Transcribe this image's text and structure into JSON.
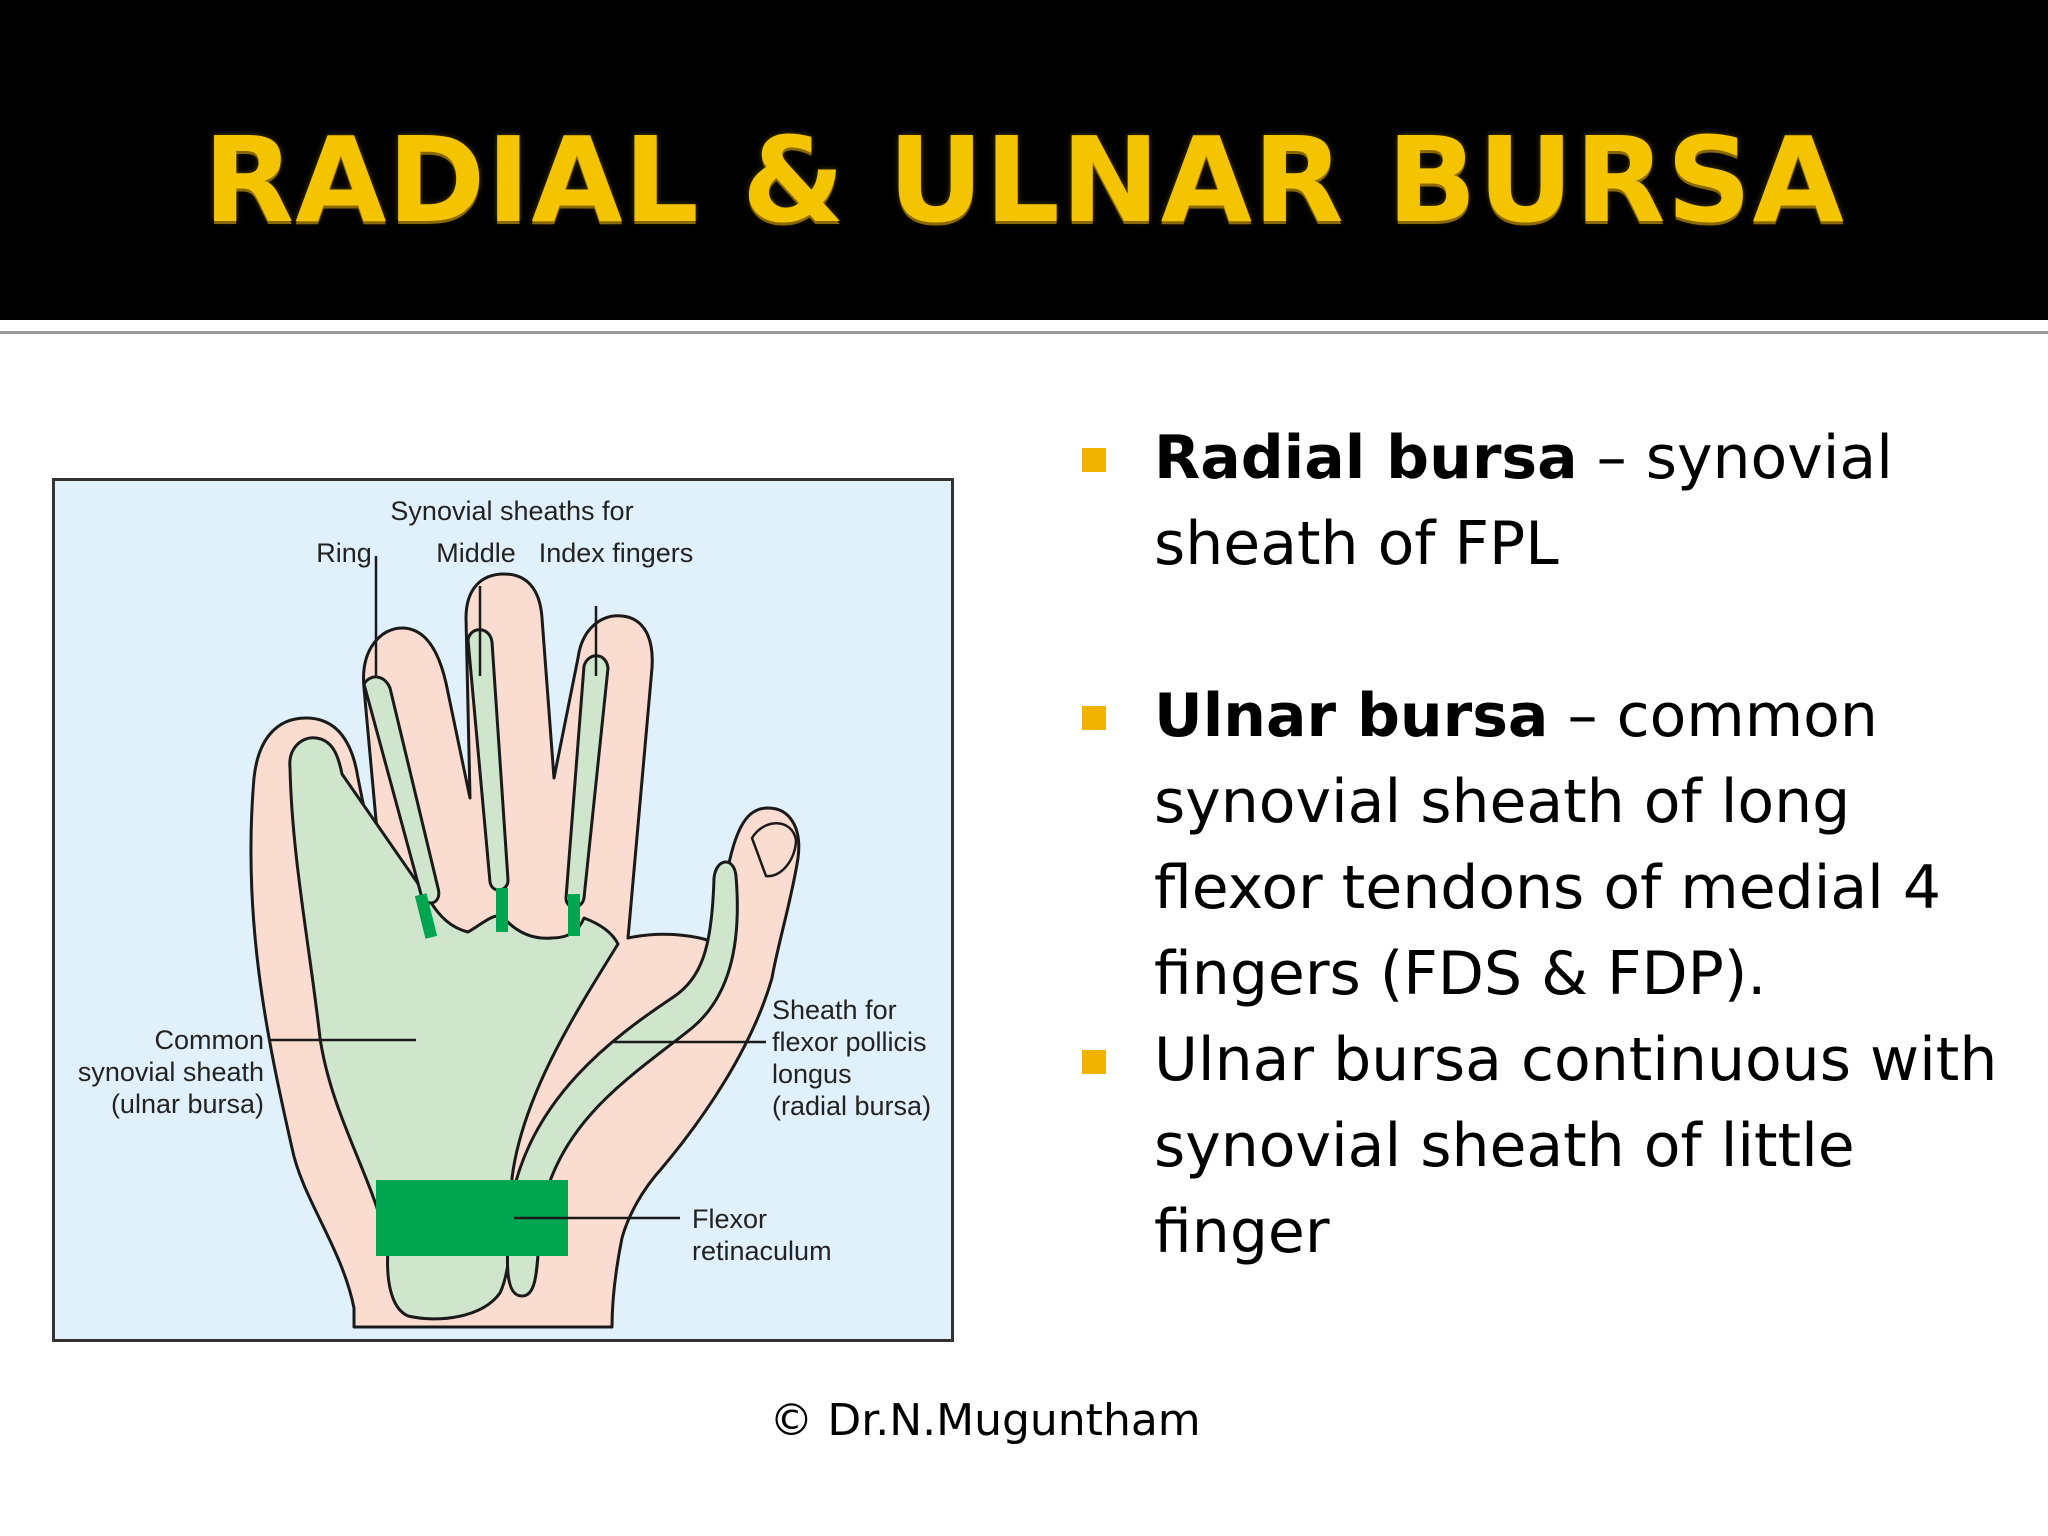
{
  "slide": {
    "title": "RADIAL & ULNAR BURSA",
    "footer": "© Dr.N.Muguntham"
  },
  "bullets": [
    {
      "term": "Radial bursa",
      "text": " – synovial sheath of FPL"
    },
    {
      "term": "Ulnar bursa",
      "text": " – common synovial sheath of long flexor tendons of medial 4 fingers (FDS & FDP)."
    },
    {
      "term": "",
      "text": "Ulnar bursa continuous with synovial sheath of little finger"
    }
  ],
  "diagram": {
    "labels": {
      "sheaths_heading": "Synovial sheaths for",
      "ring": "Ring",
      "middle": "Middle",
      "index": "Index fingers",
      "common_1": "Common",
      "common_2": "synovial sheath",
      "common_3": "(ulnar bursa)",
      "fpl_1": "Sheath for",
      "fpl_2": "flexor pollicis",
      "fpl_3": "longus",
      "fpl_4": "(radial bursa)",
      "retinaculum_1": "Flexor",
      "retinaculum_2": "retinaculum"
    },
    "colors": {
      "background": "#e1f1fb",
      "skin": "#fbdcd0",
      "sheath": "#cfe6cd",
      "retinaculum": "#00a550",
      "outline": "#1a1a1a"
    }
  },
  "theme": {
    "title_color": "#f5c400",
    "bullet_color": "#f0b400"
  }
}
